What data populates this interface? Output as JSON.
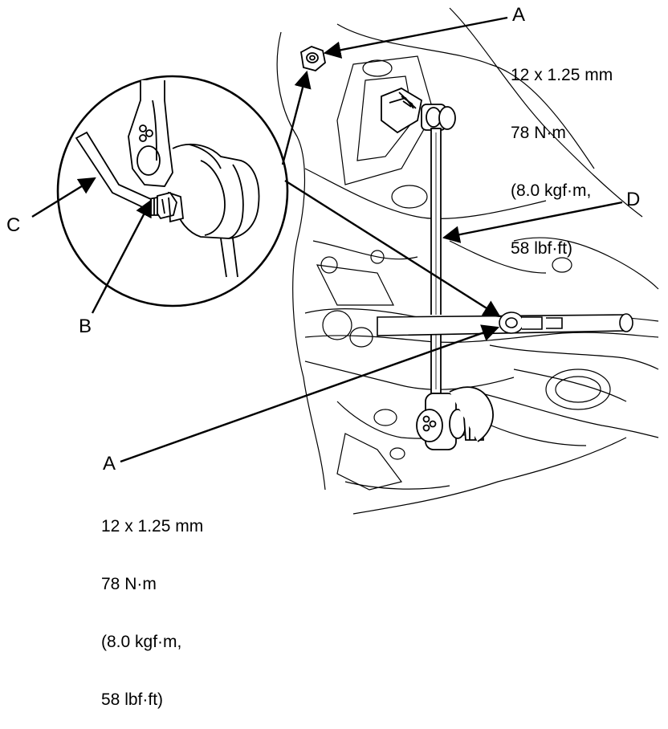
{
  "callouts": {
    "a_top": {
      "letter": "A",
      "spec": [
        "12 x 1.25 mm",
        "78 N·m",
        "(8.0 kgf·m,",
        "58 lbf·ft)"
      ]
    },
    "a_bottom": {
      "letter": "A",
      "spec": [
        "12 x 1.25 mm",
        "78 N·m",
        "(8.0 kgf·m,",
        "58 lbf·ft)"
      ]
    },
    "b": {
      "letter": "B"
    },
    "c": {
      "letter": "C"
    },
    "d": {
      "letter": "D"
    }
  }
}
